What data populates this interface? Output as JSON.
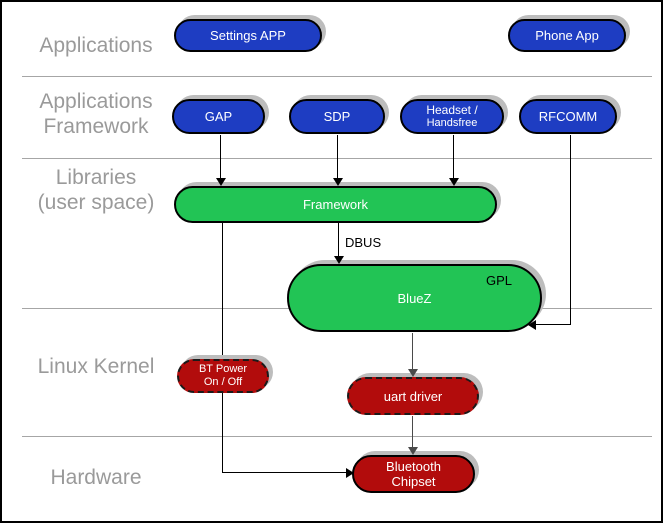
{
  "diagram": {
    "layers": [
      {
        "line1": "Applications",
        "line2": ""
      },
      {
        "line1": "Applications",
        "line2": "Framework"
      },
      {
        "line1": "Libraries",
        "line2": "(user space)"
      },
      {
        "line1": "Linux Kernel",
        "line2": ""
      },
      {
        "line1": "Hardware",
        "line2": ""
      }
    ],
    "nodes": {
      "settings_app": {
        "label": "Settings APP"
      },
      "phone_app": {
        "label": "Phone App"
      },
      "gap": {
        "label": "GAP"
      },
      "sdp": {
        "label": "SDP"
      },
      "headset": {
        "line1": "Headset /",
        "line2": "Handsfree"
      },
      "rfcomm": {
        "label": "RFCOMM"
      },
      "framework": {
        "label": "Framework"
      },
      "bluez": {
        "label": "BlueZ",
        "badge": "GPL"
      },
      "bt_power": {
        "line1": "BT Power",
        "line2": "On / Off"
      },
      "uart_driver": {
        "label": "uart driver"
      },
      "bluetooth_chipset": {
        "line1": "Bluetooth",
        "line2": "Chipset"
      }
    },
    "edges": {
      "dbus_label": "DBUS"
    },
    "colors": {
      "app_blue": "#1e3dc2",
      "lib_green": "#22c455",
      "kernel_red": "#b20c0c",
      "label_gray": "#9a9a9a",
      "divider_gray": "#a6a6a6",
      "shadow_gray": "#bdbdbd",
      "connector_black": "#000000",
      "connector_gray": "#4a4a4a"
    }
  }
}
